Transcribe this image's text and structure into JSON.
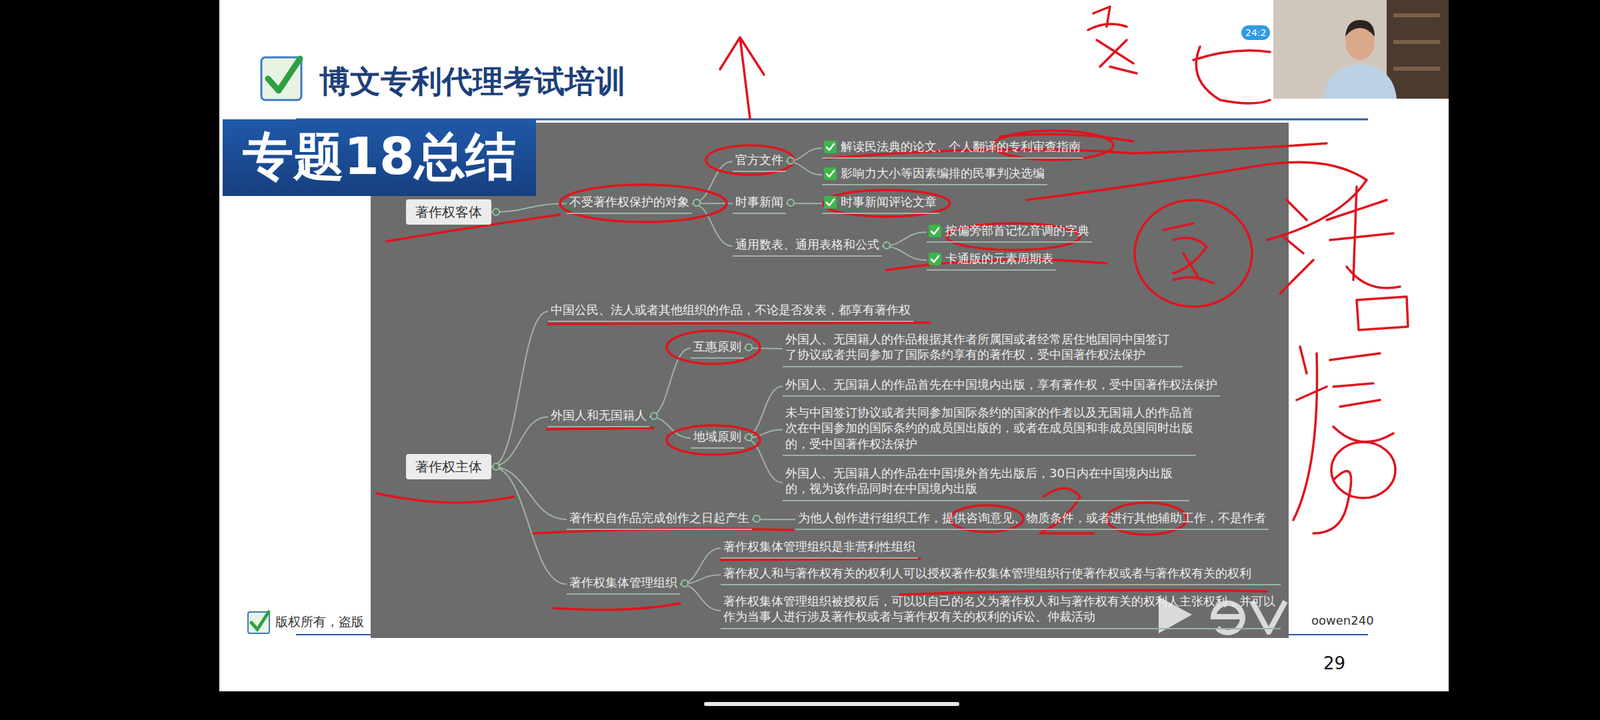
{
  "diagram": {
    "title": "专题18总结",
    "nodes": [
      {
        "text": [
          "著作权客体"
        ]
      },
      {
        "text": [
          "不受著作权保护的对象"
        ]
      },
      {
        "text": [
          "官方文件"
        ]
      },
      {
        "text": [
          "解读民法典的论文、个人翻译的专利审查指南"
        ]
      },
      {
        "text": [
          "影响力大小等因素编排的民事判决选编"
        ]
      },
      {
        "text": [
          "时事新闻"
        ]
      },
      {
        "text": [
          "时事新闻评论文章"
        ]
      },
      {
        "text": [
          "通用数表、通用表格和公式"
        ]
      },
      {
        "text": [
          "按偏旁部首记忆音调的字典"
        ]
      },
      {
        "text": [
          "卡通版的元素周期表"
        ]
      },
      {
        "text": [
          "著作权主体"
        ]
      },
      {
        "text": [
          "中国公民、法人或者其他组织的作品，不论是否发表，都享有著作权"
        ]
      },
      {
        "text": [
          "外国人和无国籍人"
        ]
      },
      {
        "text": [
          "互惠原则"
        ]
      },
      {
        "text": [
          "外国人、无国籍人的作品根据其作者所属国或者经常居住地国同中国签订了协议或者共同参加了国际条约享有的著作权，受中国著作权法保护"
        ]
      },
      {
        "text": [
          "地域原则"
        ]
      },
      {
        "text": [
          "外国人、无国籍人的作品首先在中国境内出版，享有著作权，受中国著作权法保护"
        ]
      },
      {
        "text": [
          "未与中国签订协议或者共同参加国际条约的国家的作者以及无国籍人的作品首次在中国参加的国际条约的成员国出版的，或者在成员国和非成员国同时出版的，受中国著作权法保护"
        ]
      },
      {
        "text": [
          "外国人、无国籍人的作品在中国境外首先出版后，30日内在中国境内出版的，视为该作品同时在中国境内出版"
        ]
      },
      {
        "text": [
          "著作权自作品完成创作之日起产生"
        ]
      },
      {
        "text": [
          "为他人创作进行组织工作，提供咨询意见、物质条件，或者进行其他辅助工作，不是作者"
        ]
      },
      {
        "text": [
          "著作权集体管理组织"
        ]
      },
      {
        "text": [
          "著作权集体管理组织是非营利性组织"
        ]
      },
      {
        "text": [
          "著作权人和与著作权有关的权利人可以授权著作权集体管理组织行使著作权或者与著作权有关的权利"
        ]
      },
      {
        "text": [
          "著作权集体管理组织被授权后，可以以自己的名义为著作权人和与著作权有关的权利人主张权利，并可以作为当事人进行涉及著作权或者与著作权有关的权利的诉讼、仲裁活动"
        ]
      }
    ],
    "edges": [
      {
        "from": 0,
        "to": 1,
        "arrow": "none"
      },
      {
        "from": 1,
        "to": 2,
        "arrow": "none"
      },
      {
        "from": 1,
        "to": 5,
        "arrow": "none"
      },
      {
        "from": 1,
        "to": 7,
        "arrow": "none"
      },
      {
        "from": 2,
        "to": 3,
        "arrow": "none"
      },
      {
        "from": 2,
        "to": 4,
        "arrow": "none"
      },
      {
        "from": 5,
        "to": 6,
        "arrow": "none"
      },
      {
        "from": 7,
        "to": 8,
        "arrow": "none"
      },
      {
        "from": 7,
        "to": 9,
        "arrow": "none"
      },
      {
        "from": 10,
        "to": 11,
        "arrow": "none"
      },
      {
        "from": 10,
        "to": 12,
        "arrow": "none"
      },
      {
        "from": 10,
        "to": 19,
        "arrow": "none"
      },
      {
        "from": 10,
        "to": 21,
        "arrow": "none"
      },
      {
        "from": 12,
        "to": 13,
        "arrow": "none"
      },
      {
        "from": 12,
        "to": 15,
        "arrow": "none"
      },
      {
        "from": 13,
        "to": 14,
        "arrow": "none"
      },
      {
        "from": 15,
        "to": 16,
        "arrow": "none"
      },
      {
        "from": 15,
        "to": 17,
        "arrow": "none"
      },
      {
        "from": 15,
        "to": 18,
        "arrow": "none"
      },
      {
        "from": 19,
        "to": 20,
        "arrow": "none"
      },
      {
        "from": 21,
        "to": 22,
        "arrow": "none"
      },
      {
        "from": 21,
        "to": 23,
        "arrow": "none"
      },
      {
        "from": 21,
        "to": 24,
        "arrow": "none"
      }
    ],
    "labels": [
      "博文专利代理考试培训",
      "版权所有，盗版",
      "oowen240",
      "29",
      "24:2"
    ]
  }
}
